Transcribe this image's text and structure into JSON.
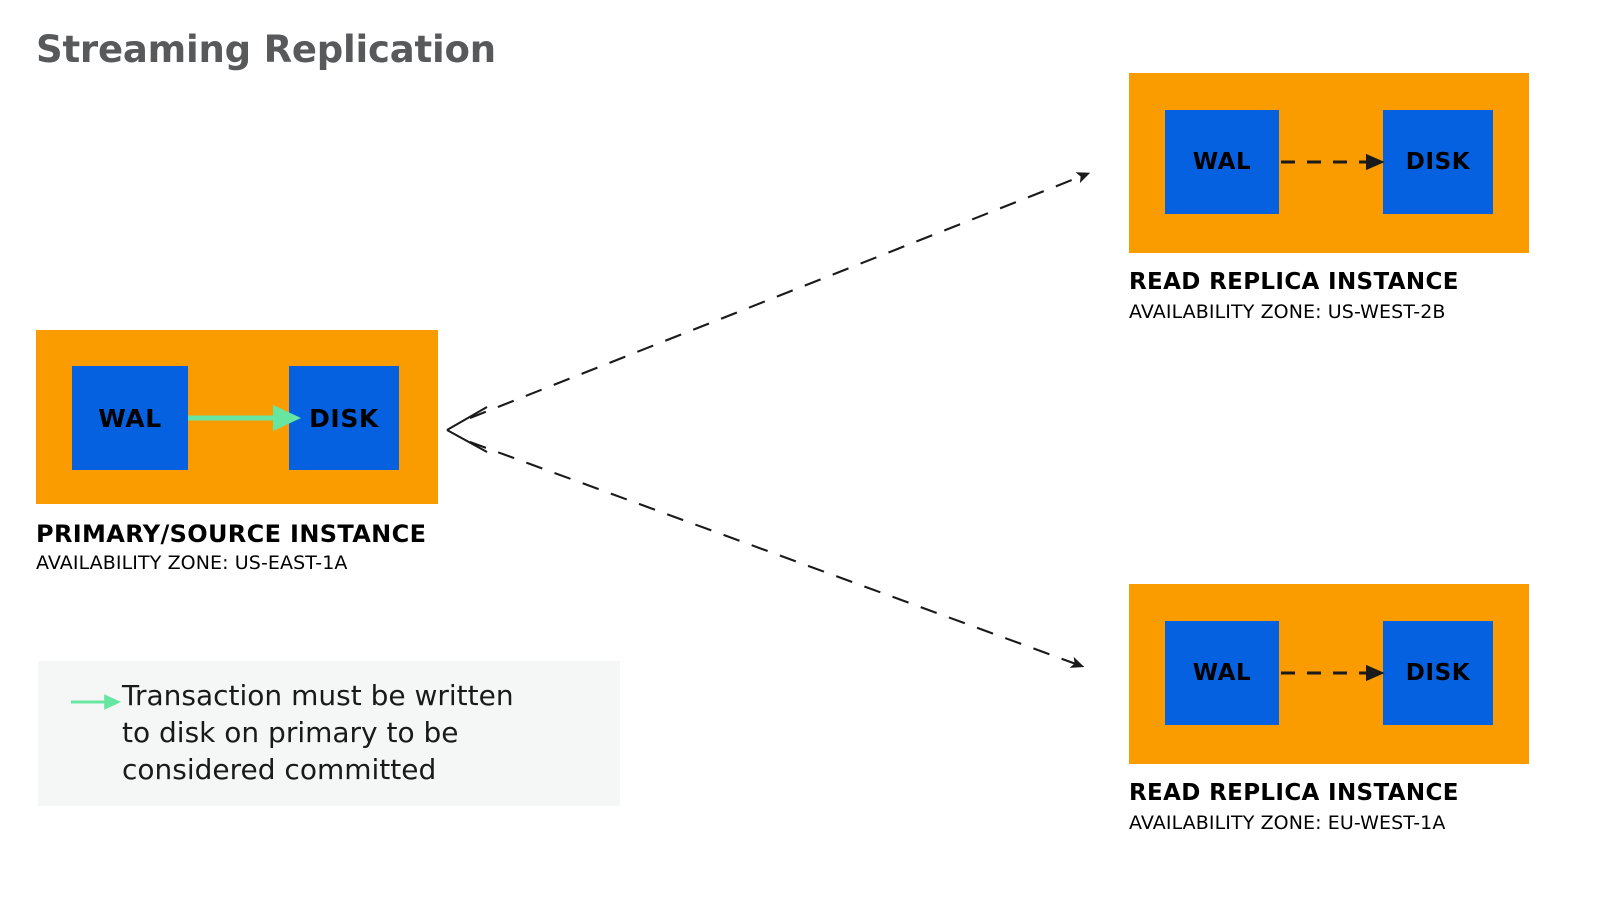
{
  "title": "Streaming Replication",
  "colors": {
    "instance_fill": "#fa9b00",
    "node_fill": "#0561e0",
    "commit_arrow": "#66e6a0",
    "replication_arrow": "#1a1a1a",
    "title_text": "#58595b",
    "legend_background": "#f5f6f6",
    "page_background": "#ffffff"
  },
  "primary": {
    "name": "PRIMARY/SOURCE INSTANCE",
    "zone": "AVAILABILITY ZONE: US-EAST-1A",
    "wal_label": "WAL",
    "disk_label": "DISK",
    "arrow_style": "solid-green"
  },
  "replicas": [
    {
      "name": "READ REPLICA INSTANCE",
      "zone": "AVAILABILITY ZONE: US-WEST-2B",
      "wal_label": "WAL",
      "disk_label": "DISK",
      "arrow_style": "dashed-black"
    },
    {
      "name": "READ REPLICA INSTANCE",
      "zone": "AVAILABILITY ZONE: EU-WEST-1A",
      "wal_label": "WAL",
      "disk_label": "DISK",
      "arrow_style": "dashed-black"
    }
  ],
  "legend": {
    "arrow_icon": "green-arrow-icon",
    "lines": [
      "Transaction must be written",
      "to disk on primary to be",
      "considered committed"
    ]
  },
  "connectors": [
    {
      "from": "primary",
      "to": "replica-a",
      "style": "dashed-black-arrow"
    },
    {
      "from": "primary",
      "to": "replica-b",
      "style": "dashed-black-arrow"
    }
  ]
}
